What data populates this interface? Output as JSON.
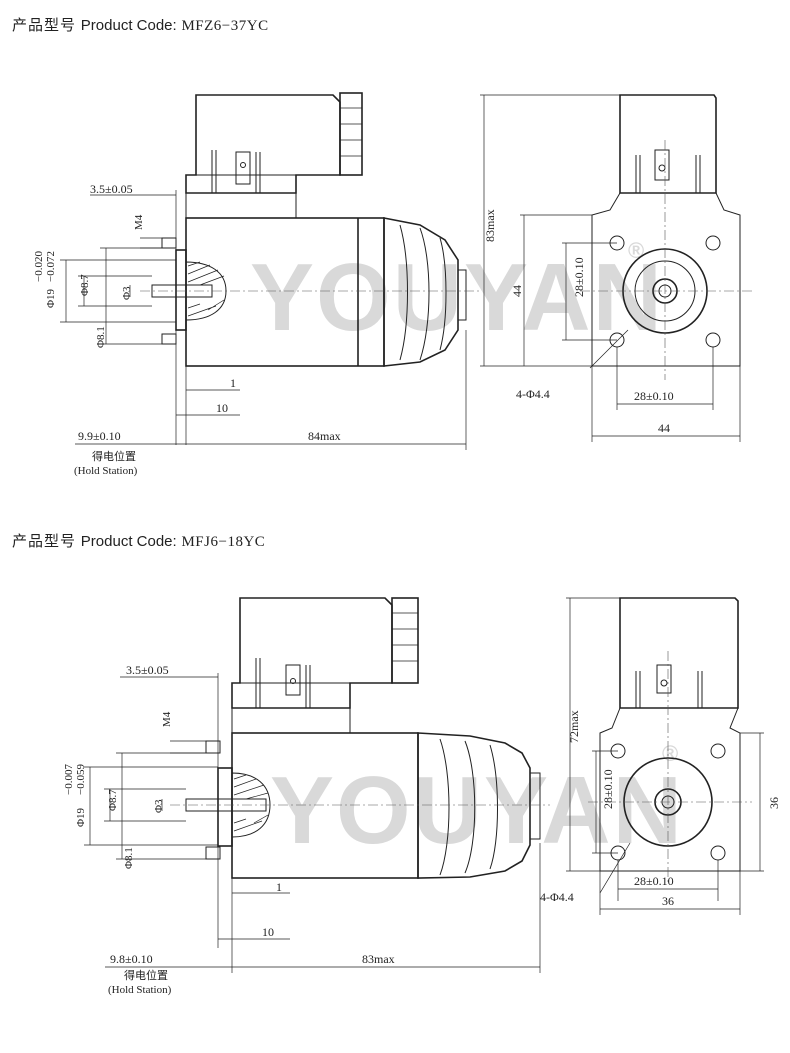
{
  "watermark": "YOUYAN",
  "watermark_mark": "®",
  "products": [
    {
      "title_cn": "产品型号",
      "title_en": "Product Code:",
      "code": "MFZ6−37YC",
      "dims": {
        "d35": "3.5±0.05",
        "m4": "M4",
        "phi19": "Φ19",
        "phi19_tol_up": "−0.020",
        "phi19_tol_low": "−0.072",
        "phi87": "Φ8.7",
        "phi3": "Φ3",
        "phi81": "Φ8.1",
        "d1": "1",
        "d10": "10",
        "d99": "9.9±0.10",
        "d84": "84max",
        "h83": "83max",
        "v44": "44",
        "v28": "28±0.10",
        "holes": "4-Φ4.4",
        "h28": "28±0.10",
        "h44": "44"
      },
      "hold_cn": "得电位置",
      "hold_en": "(Hold Station)"
    },
    {
      "title_cn": "产品型号",
      "title_en": "Product Code:",
      "code": "MFJ6−18YC",
      "dims": {
        "d35": "3.5±0.05",
        "m4": "M4",
        "phi19": "Φ19",
        "phi19_tol_up": "−0.007",
        "phi19_tol_low": "−0.059",
        "phi87": "Φ8.7",
        "phi3": "Φ3",
        "phi81": "Φ8.1",
        "d1": "1",
        "d10": "10",
        "d98": "9.8±0.10",
        "d83": "83max",
        "h72": "72max",
        "v28": "28±0.10",
        "v36": "36",
        "holes": "4-Φ4.4",
        "h28": "28±0.10",
        "h36": "36"
      },
      "hold_cn": "得电位置",
      "hold_en": "(Hold Station)"
    }
  ]
}
